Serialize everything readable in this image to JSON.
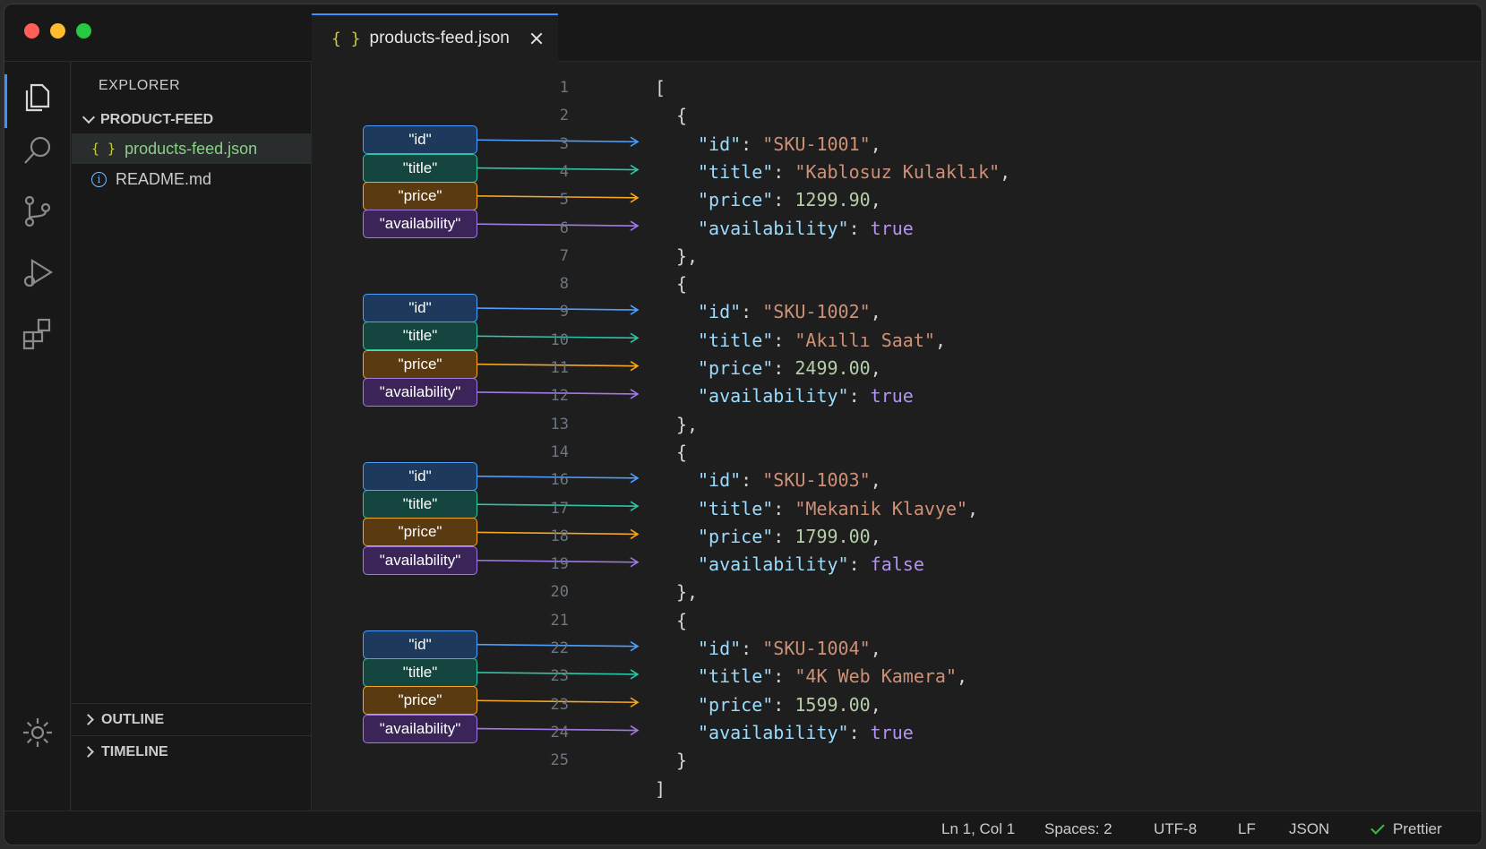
{
  "tab": {
    "icon": "json-braces-icon",
    "label": "products-feed.json"
  },
  "sidebar": {
    "title": "EXPLORER",
    "folder": "PRODUCT-FEED",
    "files": [
      {
        "name": "products-feed.json",
        "icon": "json-braces-icon",
        "active": true
      },
      {
        "name": "README.md",
        "icon": "info-icon",
        "active": false
      }
    ],
    "sections": [
      "OUTLINE",
      "TIMELINE"
    ]
  },
  "activity_bar": [
    "files-icon",
    "search-icon",
    "source-control-icon",
    "run-debug-icon",
    "extensions-icon",
    "settings-gear-icon"
  ],
  "editor": {
    "lines": [
      {
        "n": "1",
        "indent": 0,
        "text": "["
      },
      {
        "n": "2",
        "indent": 1,
        "text": "{"
      },
      {
        "n": "3",
        "indent": 2,
        "key": "\"id\"",
        "value": "\"SKU-1001\"",
        "vtype": "str",
        "trail": ","
      },
      {
        "n": "4",
        "indent": 2,
        "key": "\"title\"",
        "value": "\"Kablosuz Kulaklık\"",
        "vtype": "str",
        "trail": ","
      },
      {
        "n": "5",
        "indent": 2,
        "key": "\"price\"",
        "value": "1299.90",
        "vtype": "num",
        "trail": ","
      },
      {
        "n": "6",
        "indent": 2,
        "key": "\"availability\"",
        "value": "true",
        "vtype": "bool",
        "trail": ""
      },
      {
        "n": "7",
        "indent": 1,
        "text": "},"
      },
      {
        "n": "8",
        "indent": 1,
        "text": "{"
      },
      {
        "n": "9",
        "indent": 2,
        "key": "\"id\"",
        "value": "\"SKU-1002\"",
        "vtype": "str",
        "trail": ","
      },
      {
        "n": "10",
        "indent": 2,
        "key": "\"title\"",
        "value": "\"Akıllı Saat\"",
        "vtype": "str",
        "trail": ","
      },
      {
        "n": "11",
        "indent": 2,
        "key": "\"price\"",
        "value": "2499.00",
        "vtype": "num",
        "trail": ","
      },
      {
        "n": "12",
        "indent": 2,
        "key": "\"availability\"",
        "value": "true",
        "vtype": "bool",
        "trail": ""
      },
      {
        "n": "13",
        "indent": 1,
        "text": "},"
      },
      {
        "n": "14",
        "indent": 1,
        "text": "{"
      },
      {
        "n": "16",
        "indent": 2,
        "key": "\"id\"",
        "value": "\"SKU-1003\"",
        "vtype": "str",
        "trail": ","
      },
      {
        "n": "17",
        "indent": 2,
        "key": "\"title\"",
        "value": "\"Mekanik Klavye\"",
        "vtype": "str",
        "trail": ","
      },
      {
        "n": "18",
        "indent": 2,
        "key": "\"price\"",
        "value": "1799.00",
        "vtype": "num",
        "trail": ","
      },
      {
        "n": "19",
        "indent": 2,
        "key": "\"availability\"",
        "value": "false",
        "vtype": "bool",
        "trail": ""
      },
      {
        "n": "20",
        "indent": 1,
        "text": "},"
      },
      {
        "n": "21",
        "indent": 1,
        "text": "{"
      },
      {
        "n": "22",
        "indent": 2,
        "key": "\"id\"",
        "value": "\"SKU-1004\"",
        "vtype": "str",
        "trail": ","
      },
      {
        "n": "23",
        "indent": 2,
        "key": "\"title\"",
        "value": "\"4K Web Kamera\"",
        "vtype": "str",
        "trail": ","
      },
      {
        "n": "23",
        "indent": 2,
        "key": "\"price\"",
        "value": "1599.00",
        "vtype": "num",
        "trail": ","
      },
      {
        "n": "24",
        "indent": 2,
        "key": "\"availability\"",
        "value": "true",
        "vtype": "bool",
        "trail": ""
      },
      {
        "n": "25",
        "indent": 1,
        "text": "}"
      },
      {
        "n": "",
        "indent": 0,
        "text": "]"
      }
    ],
    "annotations": [
      "\"id\"",
      "\"title\"",
      "\"price\"",
      "\"availability\""
    ],
    "annotation_colors": {
      "id": "#4d9fff",
      "title": "#2ec4a6",
      "price": "#f5a623",
      "availability": "#a178e8"
    }
  },
  "status_bar": {
    "position": "Ln 1, Col 1",
    "spaces": "Spaces: 2",
    "encoding": "UTF-8",
    "eol": "LF",
    "language": "JSON",
    "formatter": "Prettier"
  }
}
